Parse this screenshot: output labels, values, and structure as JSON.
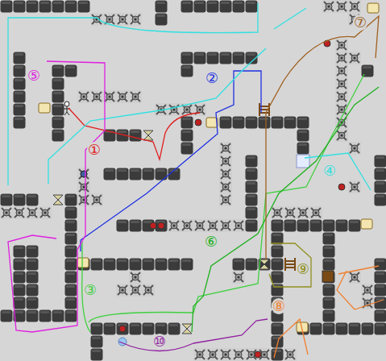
{
  "diagram": {
    "labels": [
      "①",
      "②",
      "③",
      "④",
      "⑤",
      "⑥",
      "⑦",
      "⑧",
      "⑨",
      "⑩"
    ]
  }
}
